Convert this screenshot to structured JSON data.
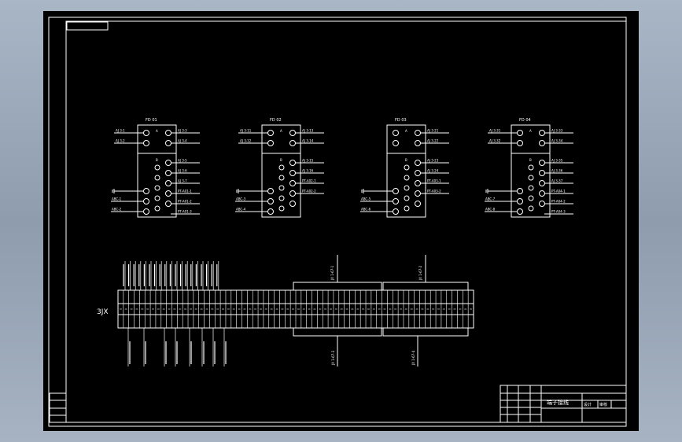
{
  "colors": {
    "background": "#000000",
    "line": "#ffffff",
    "frame_bg": "#9aa7b8"
  },
  "terminal_strip": {
    "label": "3JX"
  },
  "boxes": [
    {
      "title": "FD 01",
      "left_top": [
        "AJ 3-1",
        "AJ 3-2"
      ],
      "right_top": [
        "AJ 3-3",
        "AJ 3-4"
      ],
      "right_bottom": [
        "AJ 3-5",
        "AJ 3-6",
        "AJ 3-7",
        "PT-A01-1",
        "PT-A01-2",
        "PT-A01-3"
      ],
      "left_bottom": [
        "ABC-1",
        "ABC-2"
      ]
    },
    {
      "title": "FD 02",
      "left_top": [
        "AJ 3-11",
        "AJ 3-12"
      ],
      "right_top": [
        "AJ 3-13",
        "AJ 3-14"
      ],
      "right_bottom": [
        "AJ 3-15",
        "AJ 3-16",
        "PT-A02-1",
        "PT-A02-2"
      ],
      "left_bottom": [
        "ABC-3",
        "ABC-4"
      ]
    },
    {
      "title": "FD 03",
      "left_top": [],
      "right_top": [
        "AJ 3-21",
        "AJ 3-22"
      ],
      "right_bottom": [
        "AJ 3-23",
        "AJ 3-24",
        "PT-A03-1",
        "PT-A03-2"
      ],
      "left_bottom": [
        "ABC-5",
        "ABC-6"
      ]
    },
    {
      "title": "FD 04",
      "left_top": [
        "AJ 3-31",
        "AJ 3-32"
      ],
      "right_top": [
        "AJ 3-33",
        "AJ 3-34"
      ],
      "right_bottom": [
        "AJ 3-35",
        "AJ 3-36",
        "AJ 3-37",
        "PT-A04-1",
        "PT-A04-2",
        "PT-A04-3"
      ],
      "left_bottom": [
        "ABC-7",
        "ABC-8"
      ]
    }
  ],
  "strip_labels": {
    "upper_mid": "JX 1-67-1",
    "upper_right": "JX 1-67-2",
    "lower_mid": "JX 1-67-3",
    "lower_right": "JX 1-67-4"
  },
  "title_block": {
    "drawing_title": "端子接线",
    "label_a": "设计",
    "label_b": "审核"
  }
}
